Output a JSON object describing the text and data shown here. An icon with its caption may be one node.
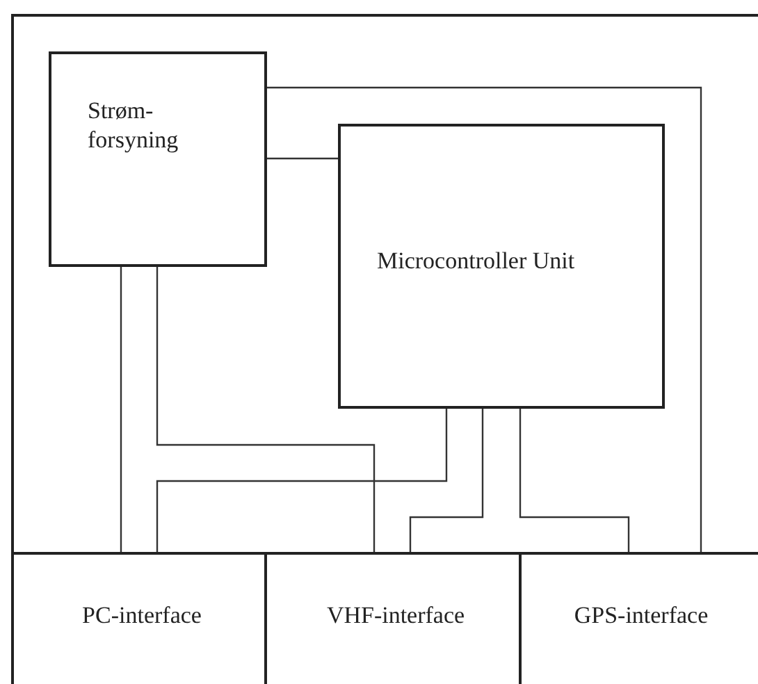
{
  "diagram": {
    "nodes": [
      {
        "text": [
          "Strøm- forsyning"
        ]
      },
      {
        "text": [
          "Microcontroller Unit"
        ]
      },
      {
        "text": [
          "PC-interface"
        ]
      },
      {
        "text": [
          "VHF-interface"
        ]
      },
      {
        "text": [
          "GPS-interface"
        ]
      }
    ],
    "edges": [
      {
        "from": 0,
        "to": 4,
        "arrow": "none"
      },
      {
        "from": 0,
        "to": 1,
        "arrow": "none"
      },
      {
        "from": 0,
        "to": 2,
        "arrow": "none"
      },
      {
        "from": 0,
        "to": 3,
        "arrow": "none"
      },
      {
        "from": 1,
        "to": 2,
        "arrow": "none"
      },
      {
        "from": 1,
        "to": 3,
        "arrow": "none"
      },
      {
        "from": 1,
        "to": 4,
        "arrow": "none"
      }
    ]
  }
}
